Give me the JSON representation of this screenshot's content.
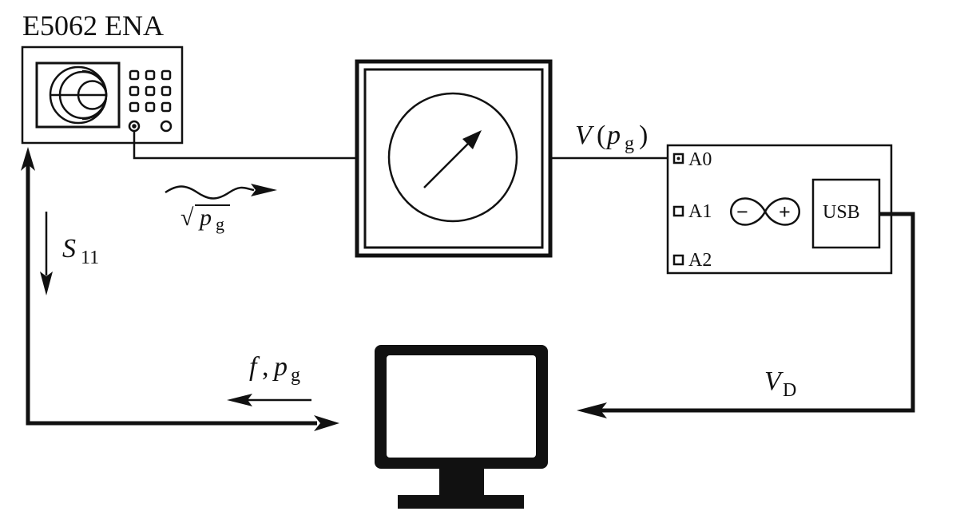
{
  "instrument": {
    "title": "E5062 ENA"
  },
  "signals": {
    "sqrt_symbol": "√",
    "sqrt_var": "p",
    "sqrt_sub": "g",
    "v_sym": "V",
    "v_open": "(",
    "v_p": "p",
    "v_sub": "g",
    "v_close": ")",
    "s_sym": "S",
    "s_sub": "11",
    "f_label": "f",
    "comma": ",",
    "fp_p": "p",
    "fp_sub": "g",
    "vd_sym": "V",
    "vd_sub": "D"
  },
  "arduino": {
    "pins": [
      "A0",
      "A1",
      "A2"
    ],
    "usb_label": "USB",
    "minus": "−",
    "plus": "+"
  }
}
